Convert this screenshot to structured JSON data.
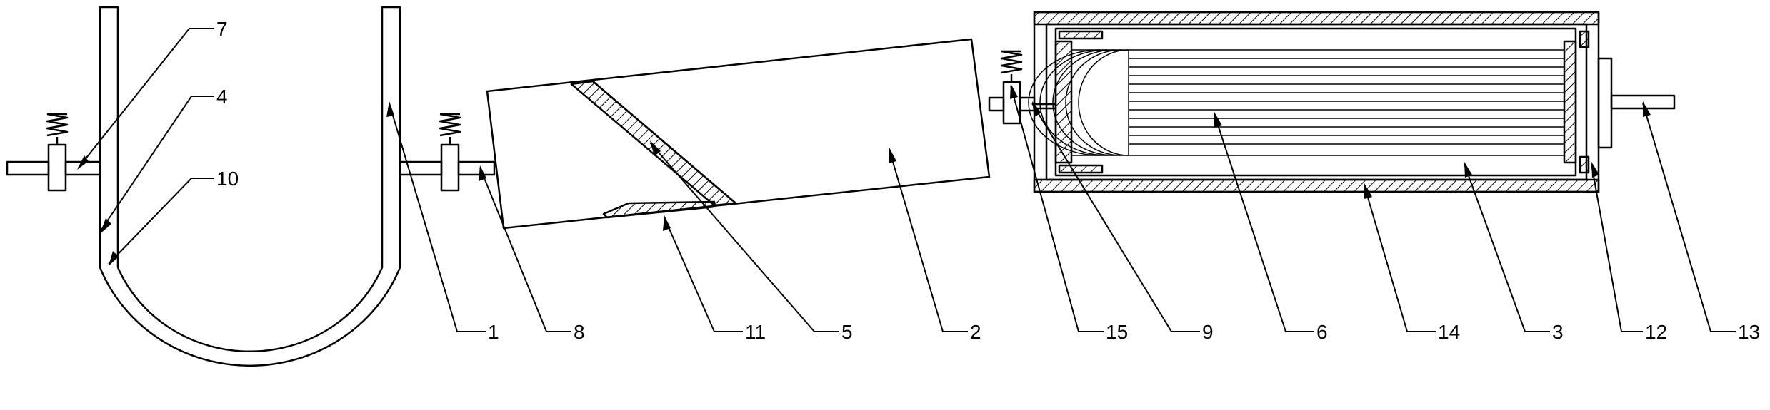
{
  "diagram": {
    "labels": [
      "1",
      "2",
      "3",
      "4",
      "5",
      "6",
      "7",
      "8",
      "9",
      "10",
      "11",
      "12",
      "13",
      "14",
      "15"
    ],
    "colors": {
      "line": "#000000",
      "background": "#ffffff"
    }
  }
}
